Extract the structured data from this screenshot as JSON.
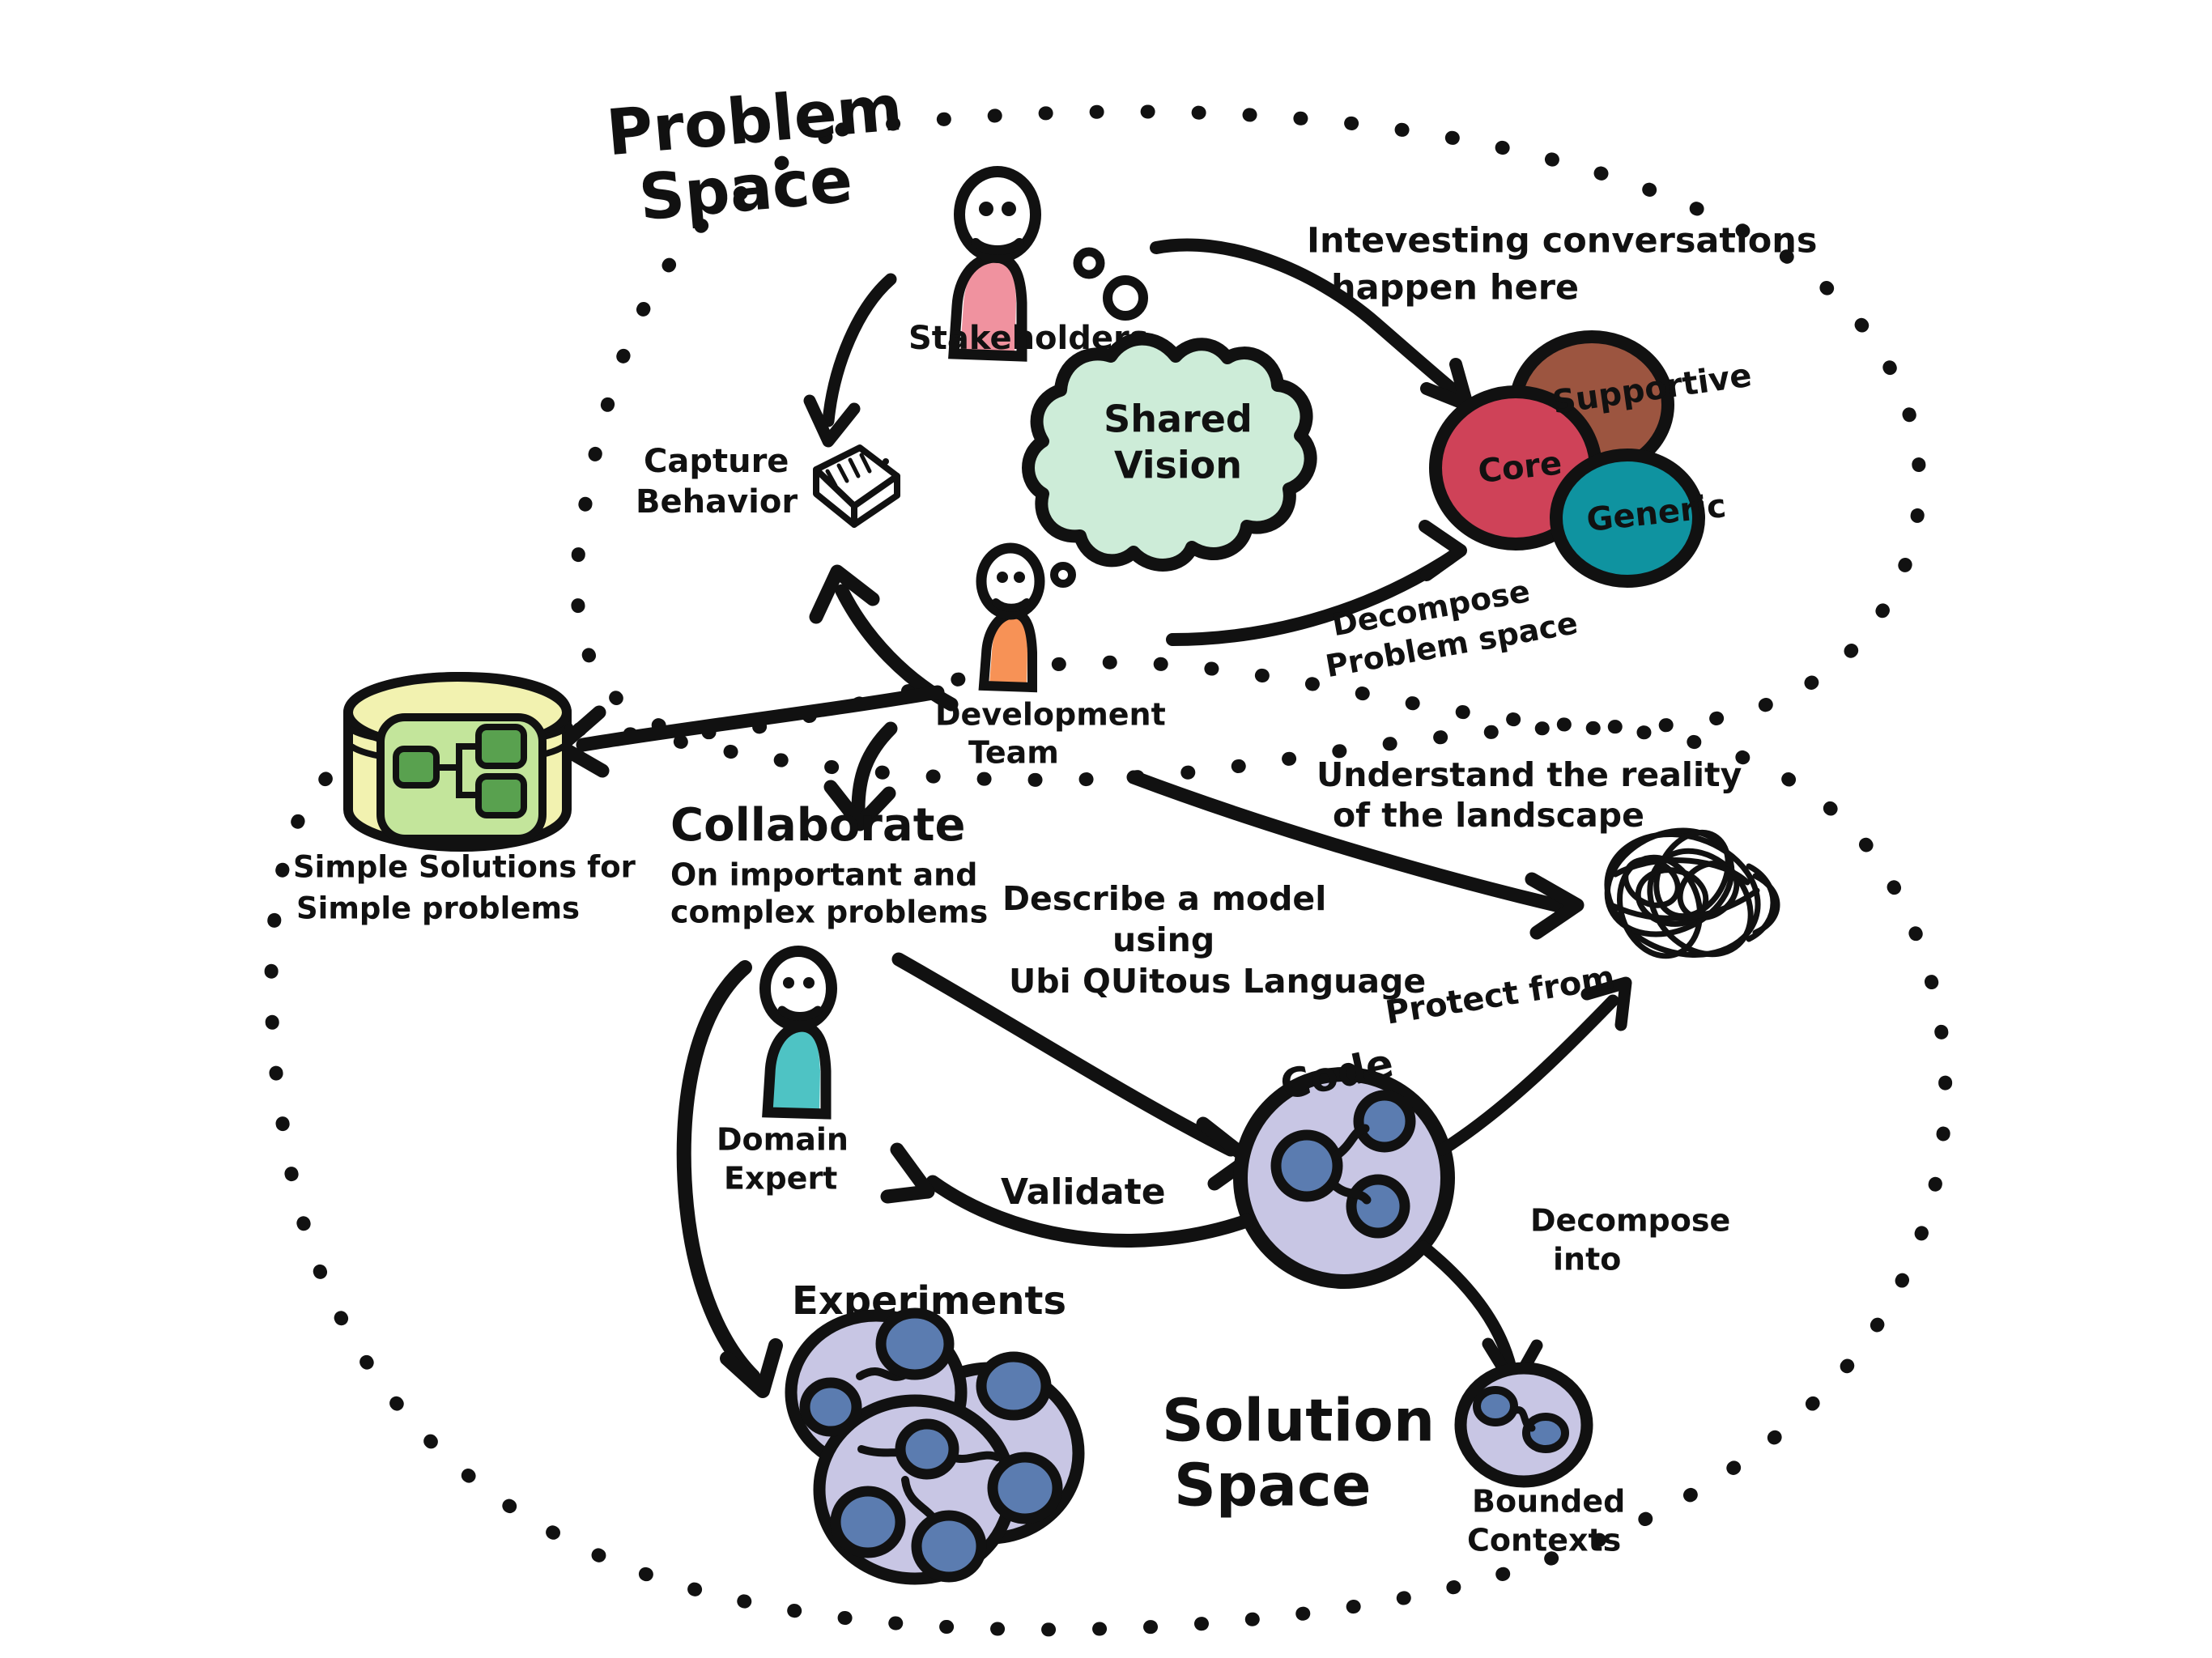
{
  "diagram": {
    "title_zones": {
      "problem_space": "Problem\nSpace",
      "problem_space_line1": "Problem",
      "problem_space_line2": "Space",
      "solution_space_line1": "Solution",
      "solution_space_line2": "Space"
    },
    "actors": [
      {
        "name": "Stakeholders",
        "label": "Stakeholders",
        "body_color": "#f0929f"
      },
      {
        "name": "Development Team",
        "label_line1": "Development",
        "label_line2": "Team",
        "body_color": "#f79256"
      },
      {
        "name": "Domain Expert",
        "label_line1": "Domain",
        "label_line2": "Expert",
        "body_color": "#4ec3c4"
      }
    ],
    "nodes": {
      "shared_vision": {
        "line1": "Shared",
        "line2": "Vision",
        "fill": "#cdecd8"
      },
      "capture_behavior": {
        "line1": "Capture",
        "line2": "Behavior"
      },
      "subdomains": [
        {
          "label": "Core",
          "fill": "#cf4258",
          "text_color": "#f9a03c"
        },
        {
          "label": "Supportive",
          "fill": "#9c5540",
          "text_color": "#f9a03c"
        },
        {
          "label": "Generic",
          "fill": "#0f93a0",
          "text_color": "#f9a03c"
        }
      ],
      "simple_solutions": {
        "line1": "Simple Solutions for",
        "line2": "Simple problems",
        "fill": "#f2f2b0",
        "inner_fill": "#c3e59b",
        "box_fill": "#59a14f"
      },
      "collaborate": {
        "heading": "Collaborate",
        "line1": "On important and",
        "line2": "complex problems"
      },
      "code": {
        "label": "Code",
        "fill": "#c8c6e4",
        "dot_fill": "#5b7cb0"
      },
      "experiments": {
        "label": "Experiments",
        "fill": "#c8c6e4",
        "dot_fill": "#5b7cb0"
      },
      "bounded_contexts": {
        "line1": "Bounded",
        "line2": "Contexts",
        "fill": "#c8c6e4",
        "dot_fill": "#5b7cb0"
      },
      "messy_landscape": {
        "label": ""
      }
    },
    "edge_labels": {
      "interesting_conversations_line1": "Intevesting conversations",
      "interesting_conversations_line2": "happen  here",
      "decompose_problem_space_line1": "Decompose",
      "decompose_problem_space_line2": "Problem space",
      "understand_reality_line1": "Understand the reality",
      "understand_reality_line2": "of the landscape",
      "describe_model_line1": "Describe a model",
      "describe_model_line2": "using",
      "describe_model_line3": "Ubi QUitous Language",
      "protect_from": "Protect from",
      "validate": "Validate",
      "decompose_into_line1": "Decompose",
      "decompose_into_line2": "into"
    },
    "colors": {
      "ink": "#111111",
      "pink": "#f0929f",
      "orange": "#f79256",
      "teal": "#4ec3c4",
      "mint": "#cdecd8",
      "core_red": "#cf4258",
      "supportive_brown": "#9c5540",
      "generic_teal": "#0f93a0",
      "accent_orange": "#f9a03c",
      "lavender": "#c8c6e4",
      "slate_blue": "#5b7cb0",
      "pale_yellow": "#f2f2b0",
      "leaf_green": "#c3e59b",
      "dark_green": "#59a14f",
      "background": "#ffffff"
    }
  }
}
